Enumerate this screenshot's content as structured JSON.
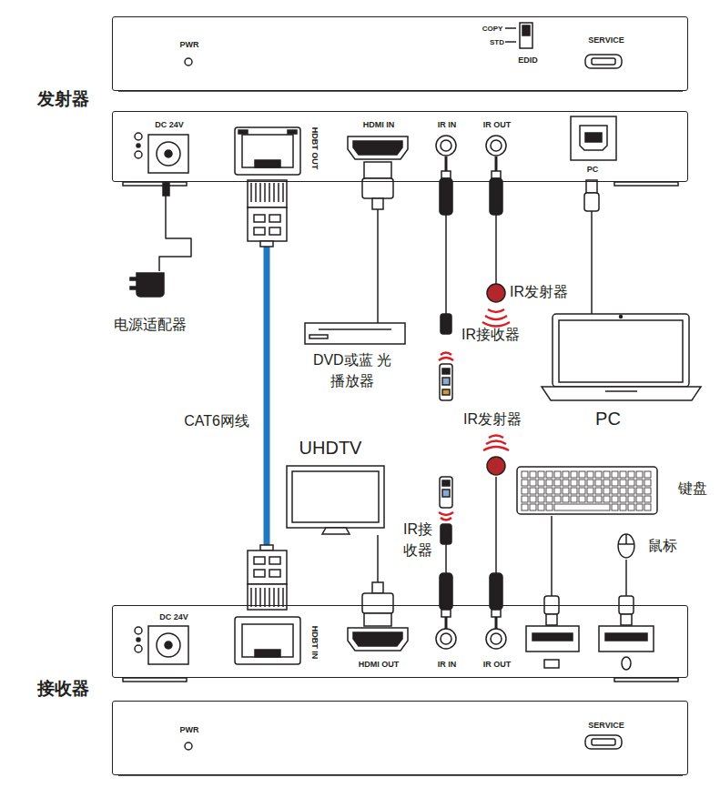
{
  "diagram": {
    "nodes": [
      {
        "text": [
          "PWR",
          "COPY",
          "STD",
          "EDID",
          "SERVICE"
        ]
      },
      {
        "text": [
          "发射器",
          "DC 24V",
          "HDBT OUT",
          "HDMI IN",
          "IR IN",
          "IR OUT",
          "PC"
        ]
      },
      {
        "text": [
          "电源适配器"
        ]
      },
      {
        "text": [
          "DVD或蓝 光播放器"
        ]
      },
      {
        "text": [
          "IR发射器"
        ]
      },
      {
        "text": [
          "IR接收器"
        ]
      },
      {
        "text": [
          "PC"
        ]
      },
      {
        "text": [
          "UHDTV"
        ]
      },
      {
        "text": [
          "IR发射器"
        ]
      },
      {
        "text": [
          "IR接 收器"
        ]
      },
      {
        "text": [
          "键盘"
        ]
      },
      {
        "text": [
          "鼠标"
        ]
      },
      {
        "text": [
          "接收器",
          "DC 24V",
          "HDBT IN",
          "HDMI OUT",
          "IR IN",
          "IR OUT"
        ]
      },
      {
        "text": [
          "PWR",
          "SERVICE"
        ]
      }
    ],
    "edges": [
      {
        "from": 2,
        "to": 1,
        "arrow": "none"
      },
      {
        "from": 1,
        "to": 12,
        "label": "CAT6网线",
        "arrow": "none"
      },
      {
        "from": 3,
        "to": 1,
        "arrow": "none"
      },
      {
        "from": 5,
        "to": 1,
        "arrow": "none"
      },
      {
        "from": 1,
        "to": 4,
        "arrow": "none"
      },
      {
        "from": 6,
        "to": 1,
        "arrow": "none"
      },
      {
        "from": 12,
        "to": 7,
        "arrow": "none"
      },
      {
        "from": 9,
        "to": 12,
        "arrow": "none"
      },
      {
        "from": 12,
        "to": 8,
        "arrow": "none"
      },
      {
        "from": 10,
        "to": 12,
        "arrow": "none"
      },
      {
        "from": 11,
        "to": 12,
        "arrow": "none"
      }
    ]
  }
}
